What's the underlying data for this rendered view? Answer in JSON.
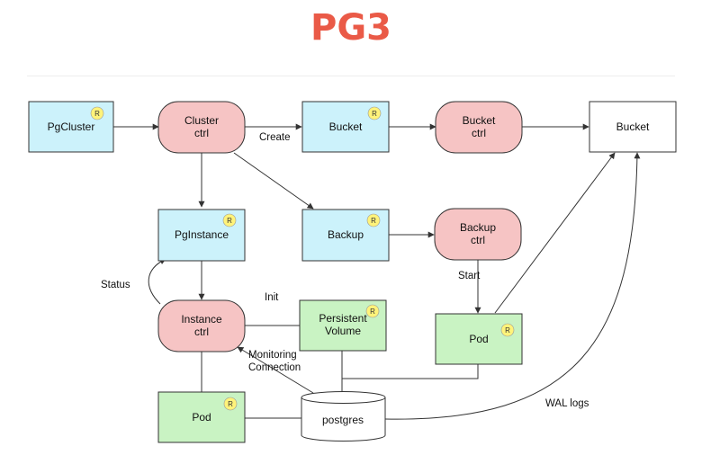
{
  "title": "PG3",
  "colors": {
    "title": "#ea5a47",
    "resource_fill": "#ccf2fb",
    "controller_fill": "#f6c4c4",
    "k8s_fill": "#c9f3c3",
    "plain_fill": "#ffffff",
    "badge_fill": "#fff37a",
    "stroke": "#333333"
  },
  "nodes": {
    "pgcluster": {
      "label": "PgCluster",
      "badge": "R"
    },
    "cluster_ctrl": {
      "label_line1": "Cluster",
      "label_line2": "ctrl"
    },
    "bucket_resource": {
      "label": "Bucket",
      "badge": "R"
    },
    "bucket_ctrl": {
      "label_line1": "Bucket",
      "label_line2": "ctrl"
    },
    "bucket_external": {
      "label": "Bucket"
    },
    "pginstance": {
      "label": "PgInstance",
      "badge": "R"
    },
    "backup": {
      "label": "Backup",
      "badge": "R"
    },
    "backup_ctrl": {
      "label_line1": "Backup",
      "label_line2": "ctrl"
    },
    "instance_ctrl": {
      "label_line1": "Instance",
      "label_line2": "ctrl"
    },
    "persistent_volume": {
      "label_line1": "Persistent",
      "label_line2": "Volume",
      "badge": "R"
    },
    "pod_backup": {
      "label": "Pod",
      "badge": "R"
    },
    "pod_instance": {
      "label": "Pod",
      "badge": "R"
    },
    "postgres": {
      "label": "postgres"
    }
  },
  "edge_labels": {
    "create": "Create",
    "status": "Status",
    "init": "Init",
    "start": "Start",
    "monitoring_line1": "Monitoring",
    "monitoring_line2": "Connection",
    "wal_logs": "WAL logs"
  }
}
